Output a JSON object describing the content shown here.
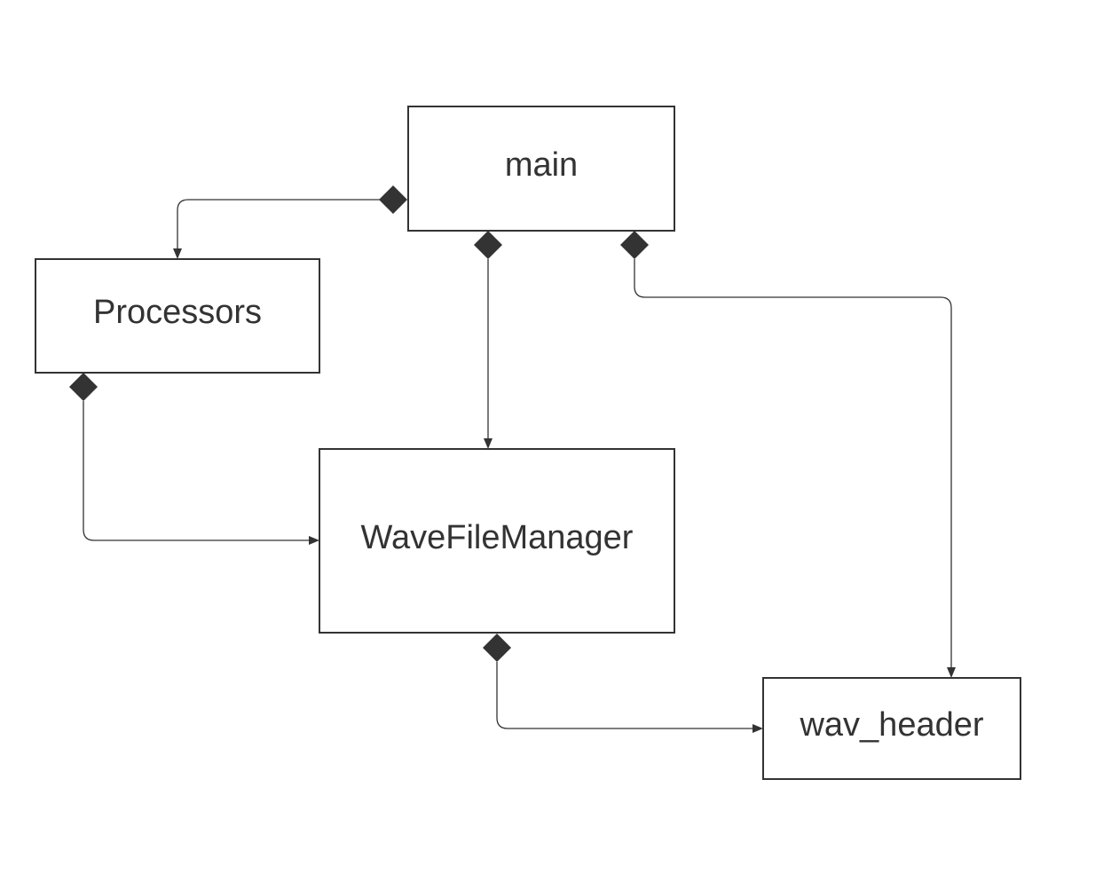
{
  "nodes": {
    "main": "main",
    "processors": "Processors",
    "wavefilemanager": "WaveFileManager",
    "wav_header": "wav_header"
  },
  "relationships": [
    {
      "from": "main",
      "to": "Processors",
      "type": "composition"
    },
    {
      "from": "main",
      "to": "WaveFileManager",
      "type": "composition"
    },
    {
      "from": "main",
      "to": "wav_header",
      "type": "composition"
    },
    {
      "from": "Processors",
      "to": "WaveFileManager",
      "type": "composition"
    },
    {
      "from": "WaveFileManager",
      "to": "wav_header",
      "type": "composition"
    }
  ],
  "colors": {
    "stroke": "#333333",
    "background": "#ffffff"
  }
}
